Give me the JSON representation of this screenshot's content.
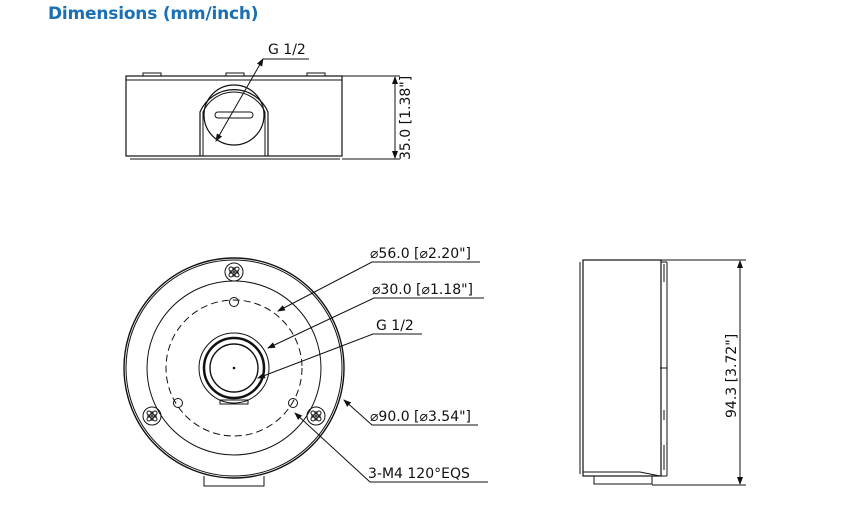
{
  "title": "Dimensions (mm/inch)",
  "colors": {
    "title": "#1a6fb5",
    "line": "#111111"
  },
  "views": {
    "side_top": {
      "thread_label": "G 1/2",
      "height_label": "35.0 [1.38\"]"
    },
    "front": {
      "labels": {
        "d56": "⌀56.0 [⌀2.20\"]",
        "d30": "⌀30.0 [⌀1.18\"]",
        "thread": "G 1/2",
        "d90": "⌀90.0 [⌀3.54\"]",
        "holes": "3-M4 120°EQS"
      }
    },
    "side_right": {
      "height_label": "94.3 [3.72\"]"
    }
  }
}
